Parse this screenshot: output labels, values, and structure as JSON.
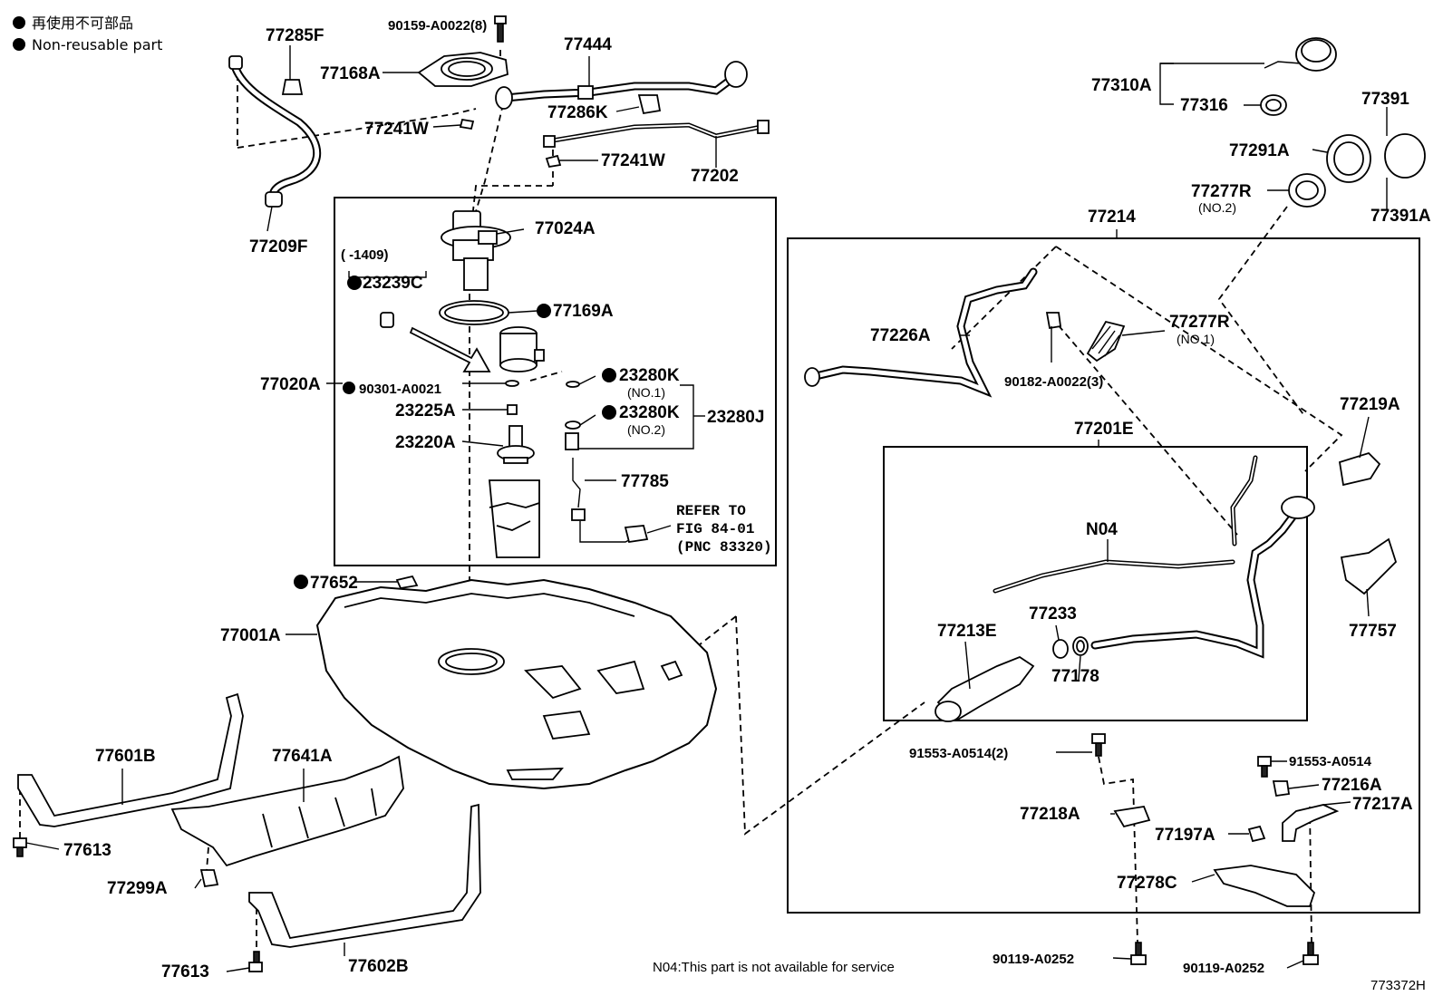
{
  "legend": {
    "line_jp": "再使用不可部品",
    "line_en": "Non-reusable part"
  },
  "parts": {
    "p77285F": "77285F",
    "p90159": "90159-A0022(8)",
    "p77168A": "77168A",
    "p77444": "77444",
    "p77241W_a": "77241W",
    "p77286K": "77286K",
    "p77241W_b": "77241W",
    "p77202": "77202",
    "p77209F": "77209F",
    "p77310A": "77310A",
    "p77316": "77316",
    "p77391": "77391",
    "p77291A": "77291A",
    "p77277R_2": "77277R",
    "p77277R_2_sub": "(NO.2)",
    "p77391A": "77391A",
    "p77214": "77214",
    "p77024A": "77024A",
    "p1409": "(      -1409)",
    "p23239C": "23239C",
    "p77169A": "77169A",
    "p77020A": "77020A",
    "p90301": "90301-A0021",
    "p23280K_1": "23280K",
    "p23280K_1_sub": "(NO.1)",
    "p23225A": "23225A",
    "p23280K_2": "23280K",
    "p23280K_2_sub": "(NO.2)",
    "p23280J": "23280J",
    "p23220A": "23220A",
    "p77785": "77785",
    "refer_1": "REFER TO",
    "refer_2": "FIG 84-01",
    "refer_3": "(PNC 83320)",
    "p77652": "77652",
    "p77001A": "77001A",
    "p77226A": "77226A",
    "p77277R_1": "77277R",
    "p77277R_1_sub": "(NO.1)",
    "p90182": "90182-A0022(3)",
    "p77219A": "77219A",
    "p77201E": "77201E",
    "pN04": "N04",
    "p77757": "77757",
    "p77233": "77233",
    "p77213E": "77213E",
    "p77178": "77178",
    "p77601B": "77601B",
    "p77641A": "77641A",
    "p91553_2": "91553-A0514(2)",
    "p91553": "91553-A0514",
    "p77216A": "77216A",
    "p77217A": "77217A",
    "p77218A": "77218A",
    "p77197A": "77197A",
    "p77613_a": "77613",
    "p77299A": "77299A",
    "p77278C": "77278C",
    "p77613_b": "77613",
    "p77602B": "77602B",
    "p90119_a": "90119-A0252",
    "p90119_b": "90119-A0252"
  },
  "footer_note": "N04:This part is not available for service",
  "figure_id": "773372H"
}
